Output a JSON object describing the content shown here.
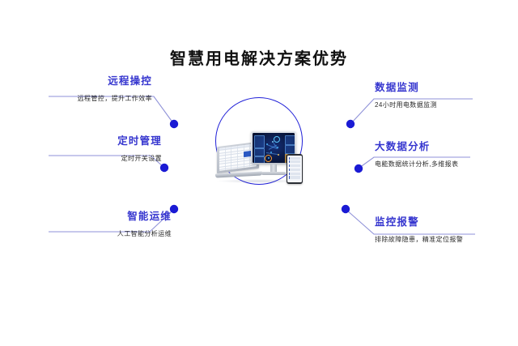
{
  "page": {
    "title": "智慧用电解决方案优势",
    "accent_color": "#3636cf",
    "dot_color": "#1a1ad4",
    "line_color": "#8f92d8",
    "circle_color": "#2020d8",
    "background": "#ffffff",
    "subtext_color": "#2a2a2a"
  },
  "features_left": [
    {
      "heading": "远程操控",
      "subtitle": "远程管控，提升工作效率"
    },
    {
      "heading": "定时管理",
      "subtitle": "定时开关设置"
    },
    {
      "heading": "智能运维",
      "subtitle": "人工智能分析运维"
    }
  ],
  "features_right": [
    {
      "heading": "数据监测",
      "subtitle": "24小时用电数据监测"
    },
    {
      "heading": "大数据分析",
      "subtitle": "电能数据统计分析,多维报表"
    },
    {
      "heading": "监控报警",
      "subtitle": "排除故障隐患，精准定位报警"
    }
  ],
  "center": {
    "illustration_name": "multi-device-dashboard-illustration",
    "devices": [
      "laptop-spreadsheet",
      "desktop-monitor-dashboard",
      "smartphone-list"
    ]
  }
}
